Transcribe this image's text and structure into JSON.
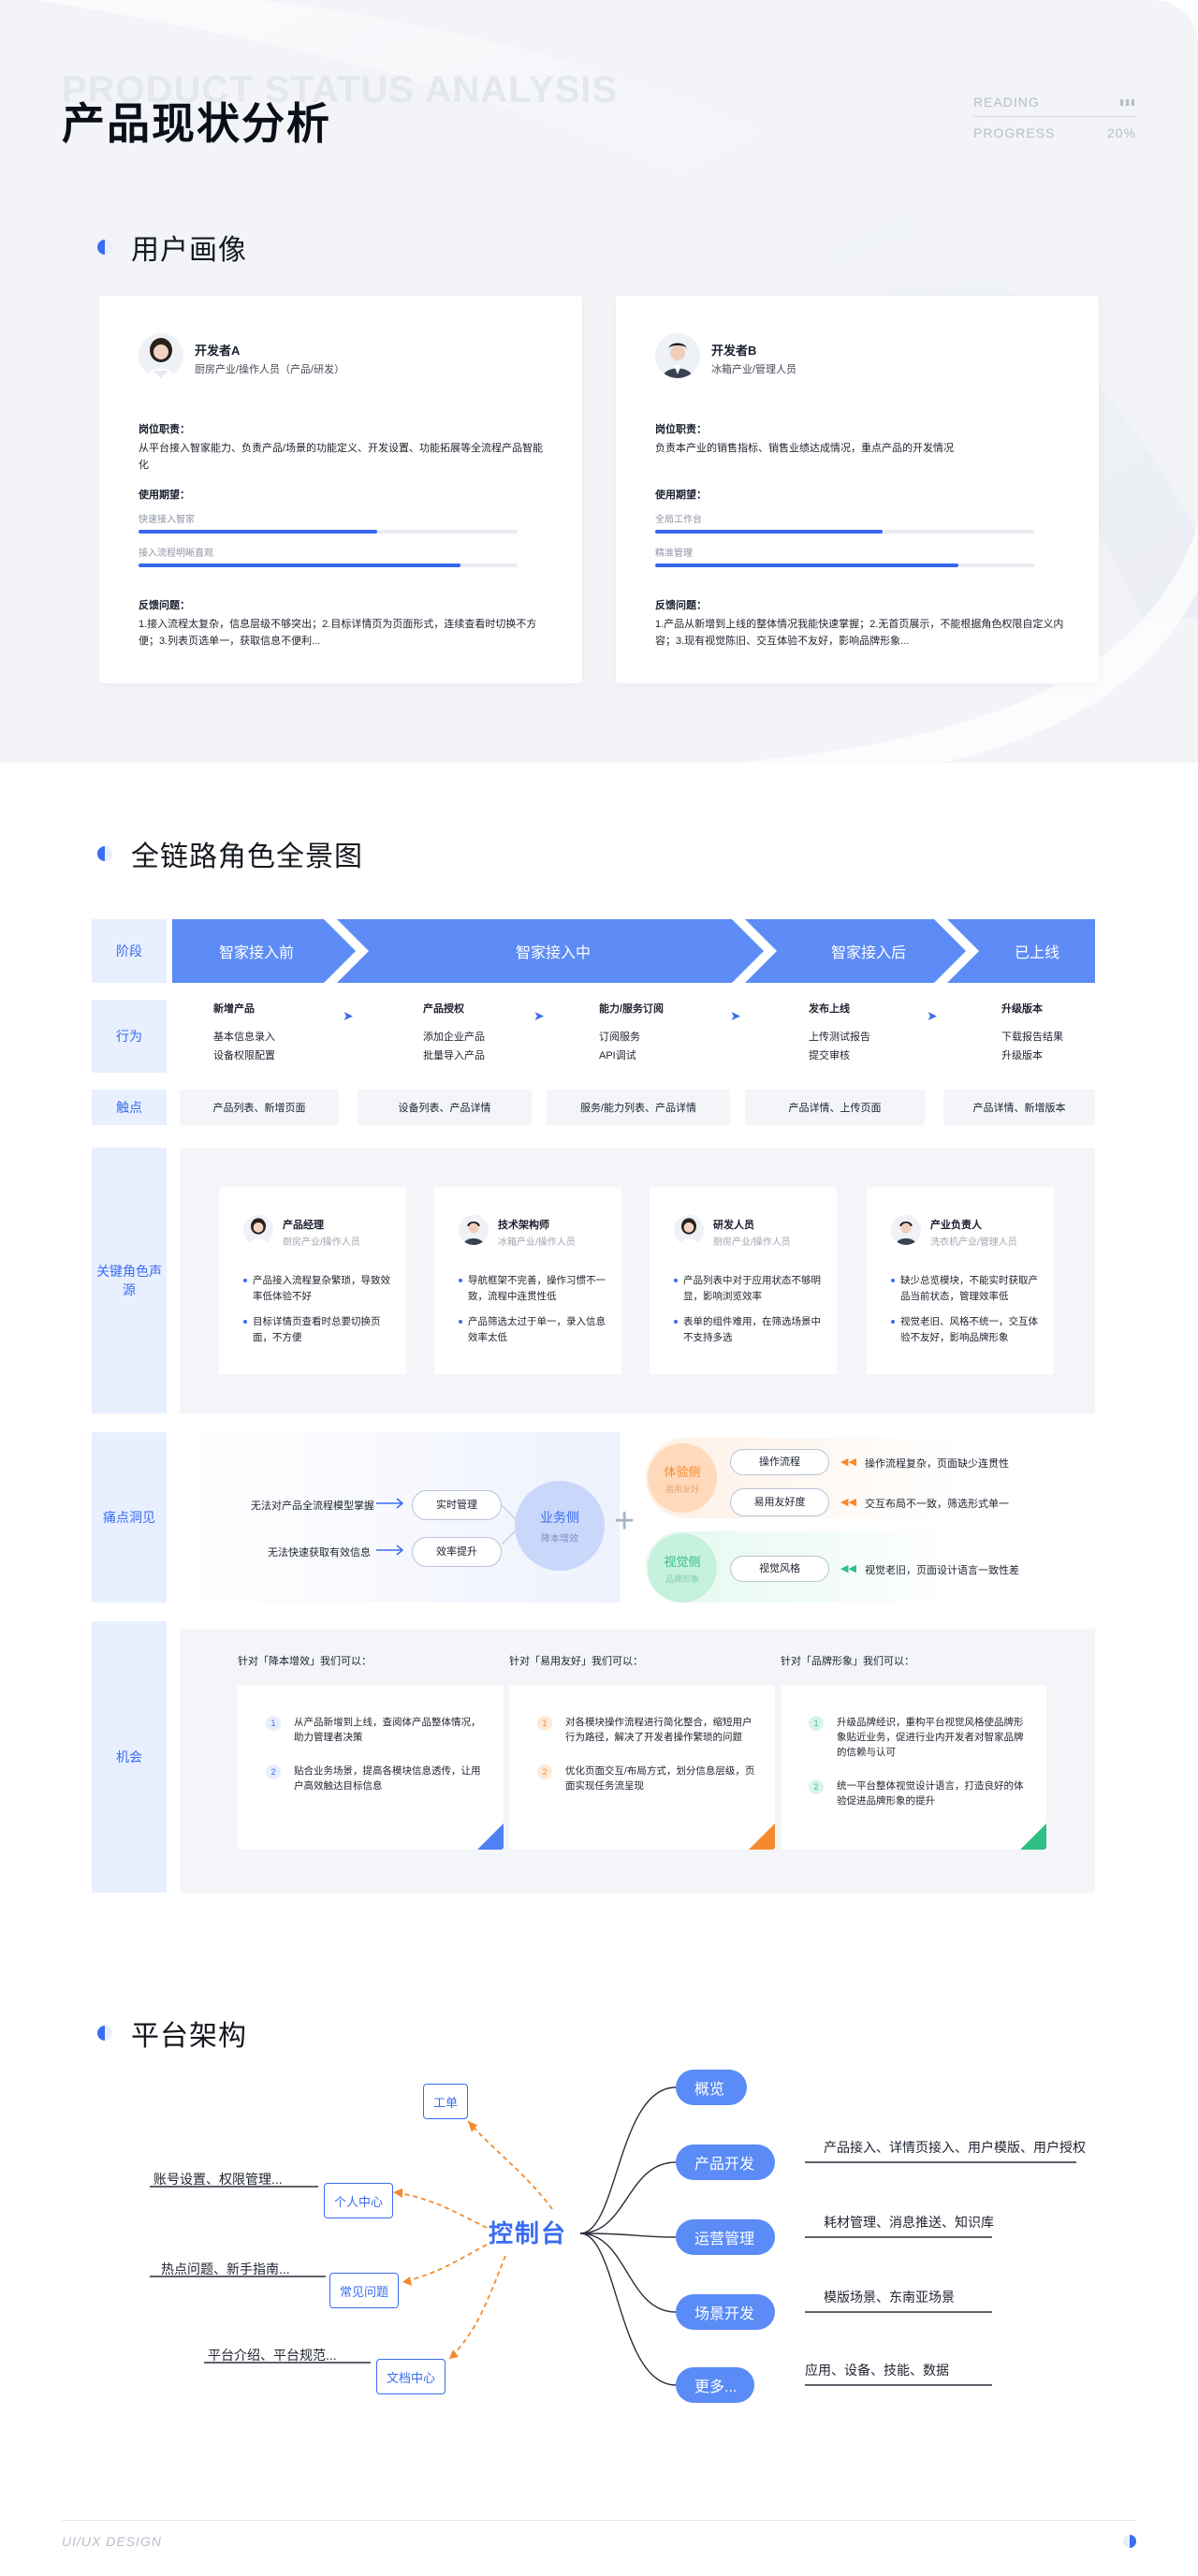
{
  "header": {
    "bg_title": "PRODUCT STATUS ANALYSIS",
    "title": "产品现状分析",
    "reading_label": "READING",
    "reading_value": "",
    "progress_label": "PROGRESS",
    "progress_value": "20%"
  },
  "section1": {
    "title": "用户画像",
    "personas": [
      {
        "name": "开发者A",
        "role": "厨房产业/操作人员（产品/研发）",
        "duty_label": "岗位职责：",
        "duty": "从平台接入智家能力、负责产品/场景的功能定义、开发设置、功能拓展等全流程产品智能化",
        "expect_label": "使用期望：",
        "bars": [
          {
            "label": "快速接入智家",
            "value": 0.63
          },
          {
            "label": "接入流程明晰直观",
            "value": 0.85
          }
        ],
        "feedback_label": "反馈问题：",
        "feedback": "1.接入流程太复杂，信息层级不够突出；2.目标详情页为页面形式，连续查看时切换不方便；3.列表页选单一，获取信息不便利..."
      },
      {
        "name": "开发者B",
        "role": "冰箱产业/管理人员",
        "duty_label": "岗位职责：",
        "duty": "负责本产业的销售指标、销售业绩达成情况，重点产品的开发情况",
        "expect_label": "使用期望：",
        "bars": [
          {
            "label": "全局工作台",
            "value": 0.6
          },
          {
            "label": "精准管理",
            "value": 0.8
          }
        ],
        "feedback_label": "反馈问题：",
        "feedback": "1.产品从新增到上线的整体情况我能快速掌握；2.无首页展示，不能根据角色权限自定义内容；3.现有视觉陈旧、交互体验不友好，影响品牌形象..."
      }
    ]
  },
  "section2": {
    "title": "全链路角色全景图",
    "row_labels": {
      "stage": "阶段",
      "action": "行为",
      "touch": "触点",
      "role": "关键角色声源",
      "pain": "痛点洞见",
      "opp": "机会"
    },
    "stages": [
      "智家接入前",
      "智家接入中",
      "智家接入后",
      "已上线"
    ],
    "actions": [
      {
        "title": "新增产品",
        "items": [
          "基本信息录入",
          "设备权限配置"
        ]
      },
      {
        "title": "产品授权",
        "items": [
          "添加企业产品",
          "批量导入产品"
        ]
      },
      {
        "title": "能力/服务订阅",
        "items": [
          "订阅服务",
          "API调试"
        ]
      },
      {
        "title": "发布上线",
        "items": [
          "上传测试报告",
          "提交审核"
        ]
      },
      {
        "title": "升级版本",
        "items": [
          "下载报告结果",
          "升级版本"
        ]
      }
    ],
    "touchpoints": [
      "产品列表、新增页面",
      "设备列表、产品详情",
      "服务/能力列表、产品详情",
      "产品详情、上传页面",
      "产品详情、新增版本"
    ],
    "roles": [
      {
        "name": "产品经理",
        "role": "厨房产业/操作人员",
        "points": [
          "产品接入流程复杂繁琐，导致效率低体验不好",
          "目标详情页查看时总要切换页面，不方便"
        ]
      },
      {
        "name": "技术架构师",
        "role": "冰箱产业/操作人员",
        "points": [
          "导航框架不完善，操作习惯不一致，流程中连贯性低",
          "产品筛选太过于单一，录入信息效率太低"
        ]
      },
      {
        "name": "研发人员",
        "role": "厨房产业/操作人员",
        "points": [
          "产品列表中对于应用状态不够明显，影响浏览效率",
          "表单的组件难用，在筛选场景中不支持多选"
        ]
      },
      {
        "name": "产业负责人",
        "role": "洗衣机产业/管理人员",
        "points": [
          "缺少总览模块，不能实时获取产品当前状态，管理效率低",
          "视觉老旧、风格不统一，交互体验不友好，影响品牌形象"
        ]
      }
    ],
    "pain": {
      "left_texts": [
        "无法对产品全流程模型掌握",
        "无法快速获取有效信息"
      ],
      "left_pills": [
        "实时管理",
        "效率提升"
      ],
      "center_title": "业务侧",
      "center_sub": "降本增效",
      "plus": "+",
      "exp_title": "体验侧",
      "exp_sub": "易用友好",
      "exp_pills": [
        "操作流程",
        "易用友好度"
      ],
      "exp_texts": [
        "操作流程复杂，页面缺少连贯性",
        "交互布局不一致，筛选形式单一"
      ],
      "vis_title": "视觉侧",
      "vis_sub": "品牌形象",
      "vis_pills": [
        "视觉风格"
      ],
      "vis_texts": [
        "视觉老旧，页面设计语言一致性差"
      ]
    },
    "opportunities": [
      {
        "head": "针对「降本增效」我们可以：",
        "color": "#3a6cf2",
        "items": [
          "从产品新增到上线，查阅体产品整体情况，助力管理者决策",
          "贴合业务场景，提高各模块信息透传，让用户高效触达目标信息"
        ]
      },
      {
        "head": "针对「易用友好」我们可以：",
        "color": "#f58a2c",
        "items": [
          "对各模块操作流程进行简化整合，缩短用户行为路径，解决了开发者操作繁琐的问题",
          "优化页面交互/布局方式，划分信息层级，页面实现任务流呈现"
        ]
      },
      {
        "head": "针对「品牌形象」我们可以：",
        "color": "#2fbf85",
        "items": [
          "升级品牌经识，重构平台视觉风格使品牌形象贴近业务，促进行业内开发者对智家品牌的信赖与认可",
          "统一平台整体视觉设计语言，打造良好的体验促进品牌形象的提升"
        ]
      }
    ]
  },
  "section3": {
    "title": "平台架构",
    "center": "控制台",
    "right": [
      {
        "label": "概览",
        "desc": ""
      },
      {
        "label": "产品开发",
        "desc": "产品接入、详情页接入、用户模版、用户授权"
      },
      {
        "label": "运营管理",
        "desc": "耗材管理、消息推送、知识库"
      },
      {
        "label": "场景开发",
        "desc": "模版场景、东南亚场景"
      },
      {
        "label": "更多...",
        "desc": "应用、设备、技能、数据"
      }
    ],
    "left": [
      {
        "label": "工单",
        "desc": ""
      },
      {
        "label": "个人中心",
        "desc": "账号设置、权限管理..."
      },
      {
        "label": "常见问题",
        "desc": "热点问题、新手指南..."
      },
      {
        "label": "文档中心",
        "desc": "平台介绍、平台规范..."
      }
    ]
  },
  "footer": {
    "text": "UI/UX DESIGN"
  },
  "colors": {
    "accent": "#3a6cf2",
    "chevron": "#5d8cf6",
    "orange": "#f58a2c",
    "green": "#2fbf85"
  }
}
